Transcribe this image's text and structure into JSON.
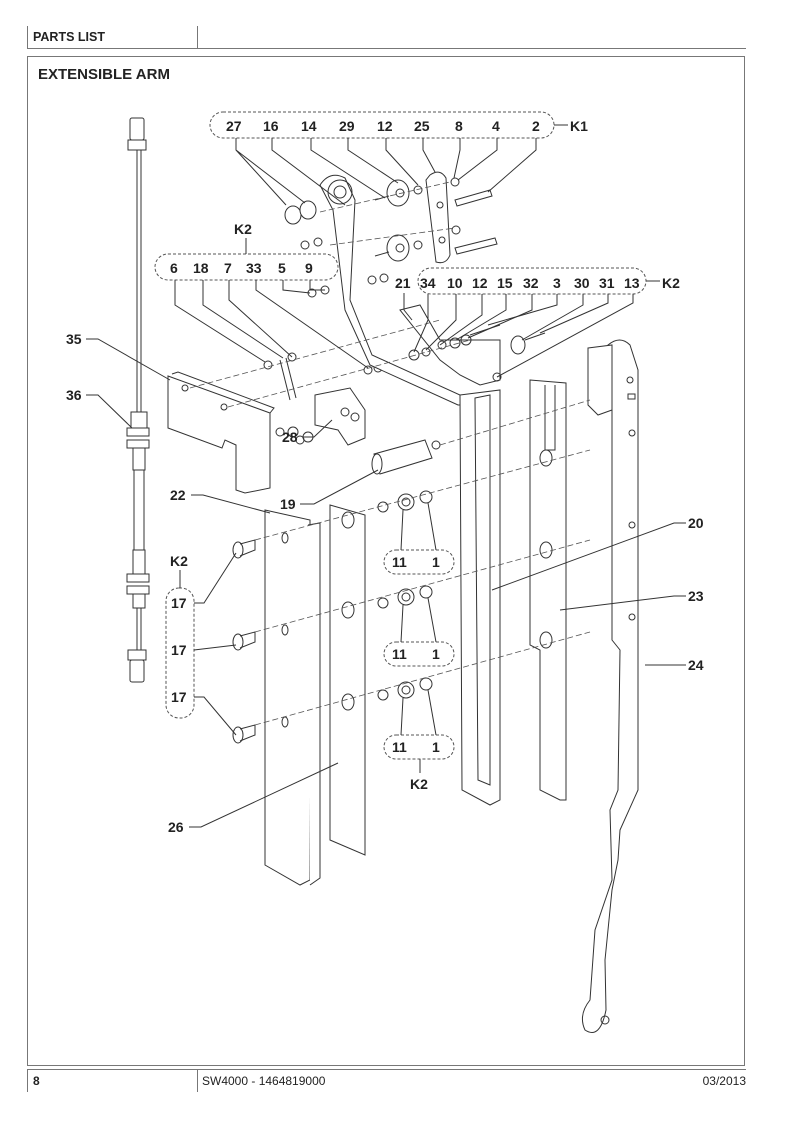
{
  "header": {
    "section": "PARTS LIST"
  },
  "page": {
    "title": "EXTENSIBLE ARM"
  },
  "footer": {
    "page_number": "8",
    "document": "SW4000 - 1464819000",
    "date": "03/2013"
  },
  "callouts": {
    "k1_group": {
      "kit": "K1",
      "items": [
        "27",
        "16",
        "14",
        "29",
        "12",
        "25",
        "8",
        "4",
        "2"
      ]
    },
    "k2_group_left": {
      "kit": "K2",
      "items": [
        "6",
        "18",
        "7",
        "33",
        "5",
        "9"
      ]
    },
    "k2_group_right": {
      "kit": "K2",
      "items": [
        "34",
        "10",
        "12",
        "15",
        "32",
        "3",
        "30",
        "31",
        "13"
      ]
    },
    "k2_group_17": {
      "kit": "K2",
      "items": [
        "17",
        "17",
        "17"
      ]
    },
    "k2_group_bearings": {
      "kit": "K2",
      "rows": [
        [
          "11",
          "1"
        ],
        [
          "11",
          "1"
        ],
        [
          "11",
          "1"
        ]
      ]
    },
    "single": {
      "p21": "21",
      "p35": "35",
      "p36": "36",
      "p28": "28",
      "p19": "19",
      "p22": "22",
      "p20": "20",
      "p23": "23",
      "p24": "24",
      "p26": "26"
    }
  }
}
